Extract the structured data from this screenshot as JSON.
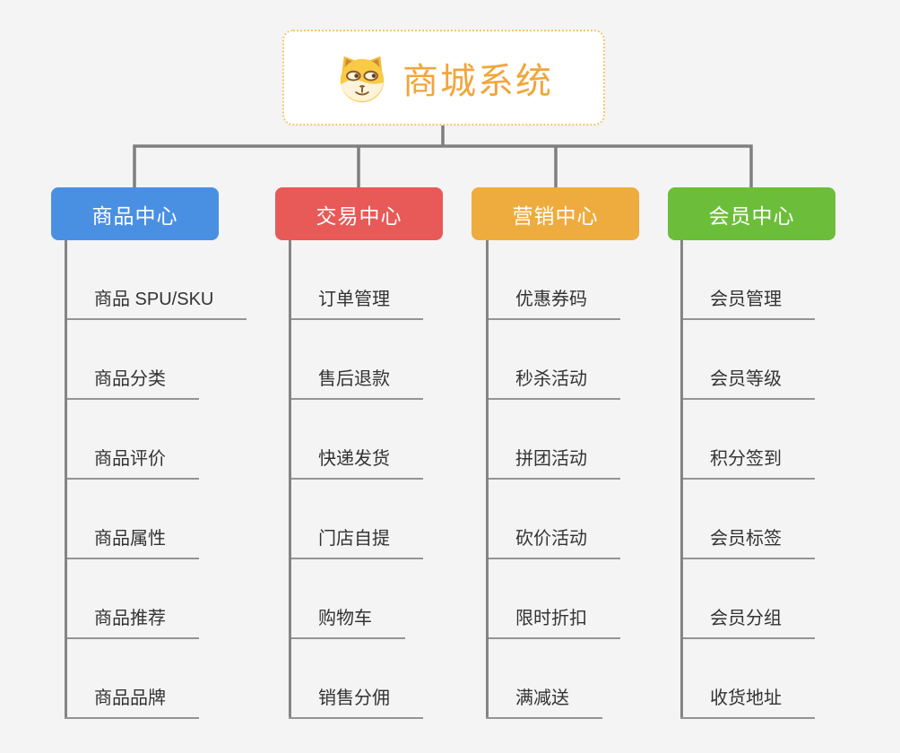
{
  "root": {
    "title": "商城系统",
    "icon": "dog-face-icon",
    "title_color": "#f0a63c",
    "border_color": "#f5c46c"
  },
  "branches": [
    {
      "label": "商品中心",
      "color": "#4a90e2",
      "items": [
        "商品 SPU/SKU",
        "商品分类",
        "商品评价",
        "商品属性",
        "商品推荐",
        "商品品牌"
      ]
    },
    {
      "label": "交易中心",
      "color": "#e75a57",
      "items": [
        "订单管理",
        "售后退款",
        "快递发货",
        "门店自提",
        "购物车",
        "销售分佣"
      ]
    },
    {
      "label": "营销中心",
      "color": "#eeac3e",
      "items": [
        "优惠券码",
        "秒杀活动",
        "拼团活动",
        "砍价活动",
        "限时折扣",
        "满减送"
      ]
    },
    {
      "label": "会员中心",
      "color": "#6cbe3a",
      "items": [
        "会员管理",
        "会员等级",
        "积分签到",
        "会员标签",
        "会员分组",
        "收货地址"
      ]
    }
  ],
  "connector_color": "#7f7f7f",
  "underline_color": "#949494",
  "leaf_text_color": "#333333",
  "background_color": "#f4f4f5"
}
